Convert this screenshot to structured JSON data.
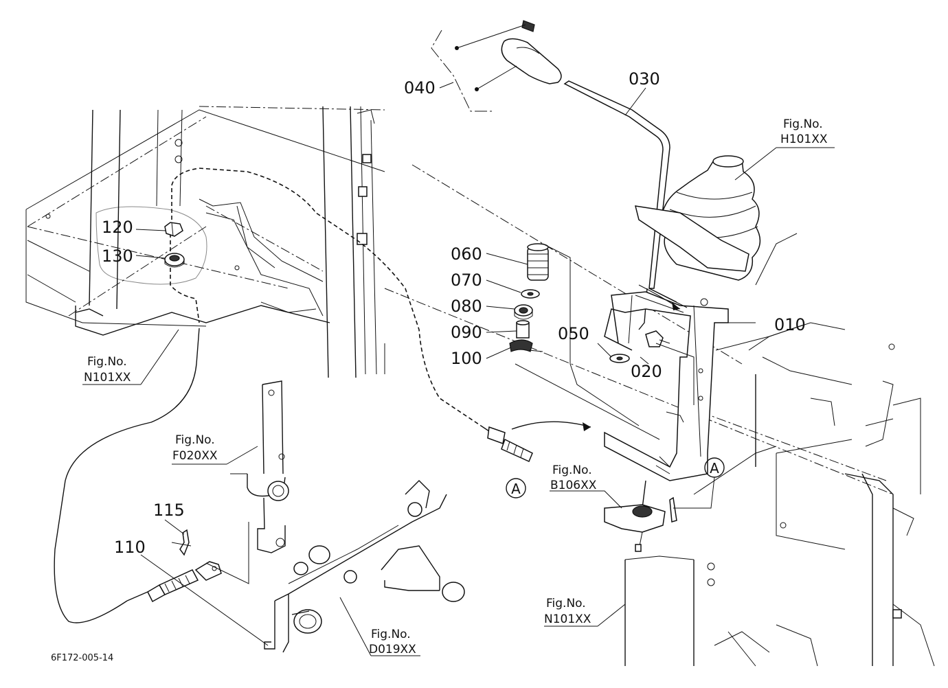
{
  "callouts": {
    "p010": "010",
    "p020": "020",
    "p030": "030",
    "p040": "040",
    "p050": "050",
    "p060": "060",
    "p070": "070",
    "p080": "080",
    "p090": "090",
    "p100": "100",
    "p110": "110",
    "p115": "115",
    "p120": "120",
    "p130": "130"
  },
  "fig_refs": {
    "fig_label": "Fig.No.",
    "h101": "H101XX",
    "n101_left": "N101XX",
    "f020": "F020XX",
    "b106": "B106XX",
    "n101_right": "N101XX",
    "d019": "D019XX"
  },
  "markers": {
    "a_left": "A",
    "a_right": "A"
  },
  "drawing_code": "6F172-005-14"
}
